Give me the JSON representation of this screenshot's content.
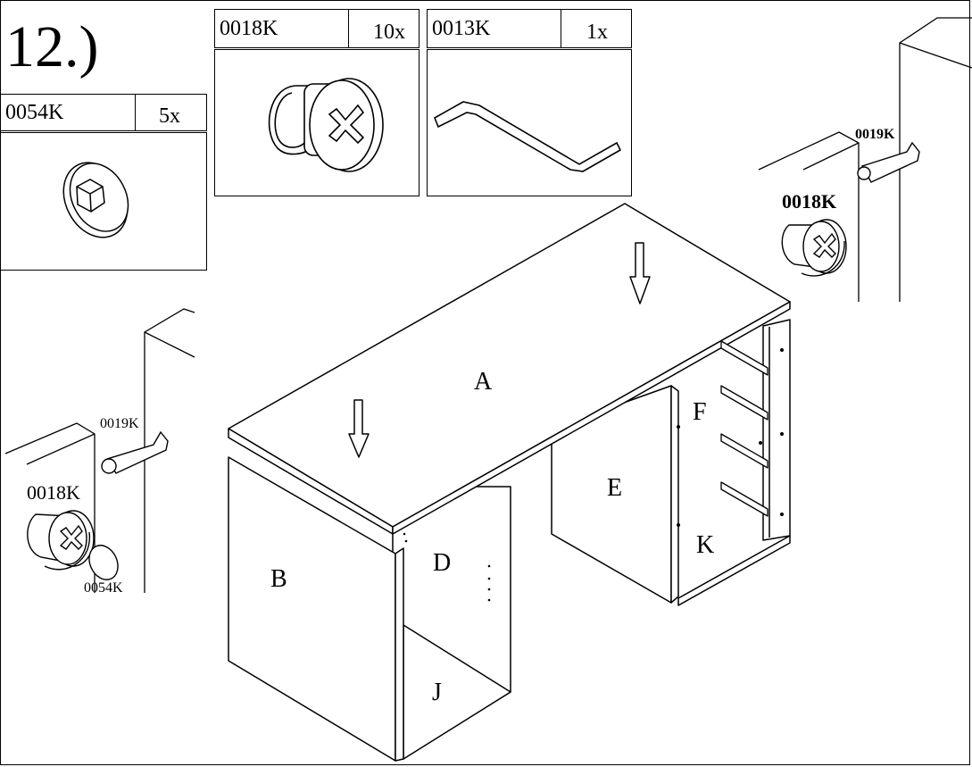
{
  "step": {
    "number": "12.)"
  },
  "parts": [
    {
      "code": "0054K",
      "qty": "5x",
      "icon": "cam-cover-cap-icon"
    },
    {
      "code": "0018K",
      "qty": "10x",
      "icon": "cam-lock-nut-icon"
    },
    {
      "code": "0013K",
      "qty": "1x",
      "icon": "allen-key-icon"
    }
  ],
  "panels": {
    "A": "A",
    "B": "B",
    "D": "D",
    "E": "E",
    "F": "F",
    "J": "J",
    "K": "K"
  },
  "callouts": {
    "right_bolt": "0019K",
    "right_cam": "0018K",
    "left_bolt": "0019K",
    "left_cam": "0018K",
    "left_cap": "0054K"
  }
}
